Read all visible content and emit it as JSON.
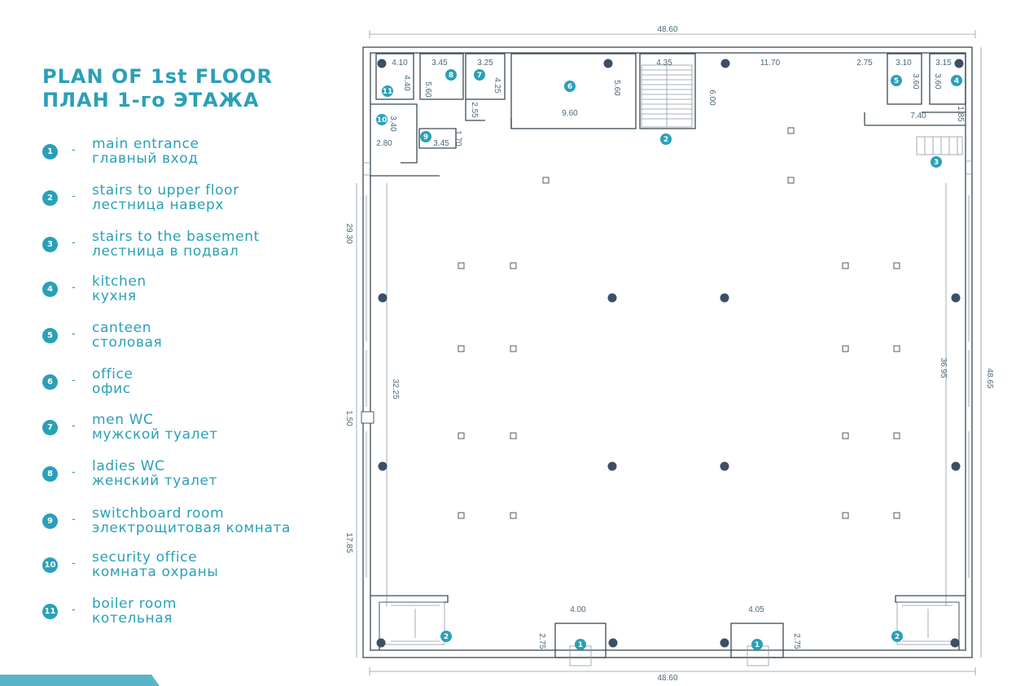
{
  "title": {
    "line1": "PLAN OF 1st FLOOR",
    "line2": "ПЛАН 1-го ЭТАЖА"
  },
  "legend": [
    {
      "num": "1",
      "en": "main entrance",
      "ru": "главный вход"
    },
    {
      "num": "2",
      "en": "stairs to upper floor",
      "ru": "лестница наверх"
    },
    {
      "num": "3",
      "en": "stairs to the basement",
      "ru": "лестница в подвал"
    },
    {
      "num": "4",
      "en": "kitchen",
      "ru": "кухня"
    },
    {
      "num": "5",
      "en": "canteen",
      "ru": "столовая"
    },
    {
      "num": "6",
      "en": "office",
      "ru": "офис"
    },
    {
      "num": "7",
      "en": "men WC",
      "ru": "мужской туалет"
    },
    {
      "num": "8",
      "en": "ladies WC",
      "ru": "женский туалет"
    },
    {
      "num": "9",
      "en": "switchboard room",
      "ru": "электрощитовая комната"
    },
    {
      "num": "10",
      "en": "security office",
      "ru": "комната охраны"
    },
    {
      "num": "11",
      "en": "boiler room",
      "ru": "котельная"
    }
  ],
  "dash": "-",
  "dimensions": {
    "top_width": "48.60",
    "bottom_width": "48.60",
    "right_height": "48.65",
    "left_upper": "29.30",
    "left_middle": "1.50",
    "left_lower": "17.85",
    "inner_left": "32.25",
    "inner_right": "36.95",
    "room_11_w": "4.10",
    "room_11_h": "4.40",
    "room_8_w": "3.45",
    "room_8_h": "5.60",
    "room_7_w": "3.25",
    "room_7_h": "4.25",
    "wc_lobby": "2.55",
    "office_w": "9.60",
    "office_h": "5.60",
    "stairs_top_w": "4.35",
    "hall_depth": "6.00",
    "corridor": "11.70",
    "small_gap": "2.75",
    "room_5_w": "3.10",
    "room_5_h": "3.60",
    "room_4_w": "3.15",
    "room_4_h": "3.60",
    "kitchen_block": "7.40",
    "kitchen_side": "1.85",
    "room_10_h": "3.40",
    "room_10_w": "2.80",
    "room_9_w": "3.45",
    "room_9_h": "1.70",
    "entrance_left_w": "4.00",
    "entrance_right_w": "4.05",
    "entrance_left_d": "2.75",
    "entrance_right_d": "2.75"
  },
  "colors": {
    "accent": "#2aa0b8",
    "column": "#3b4f66",
    "wall": "#3b4a55",
    "bar": "#5ab4c8"
  }
}
